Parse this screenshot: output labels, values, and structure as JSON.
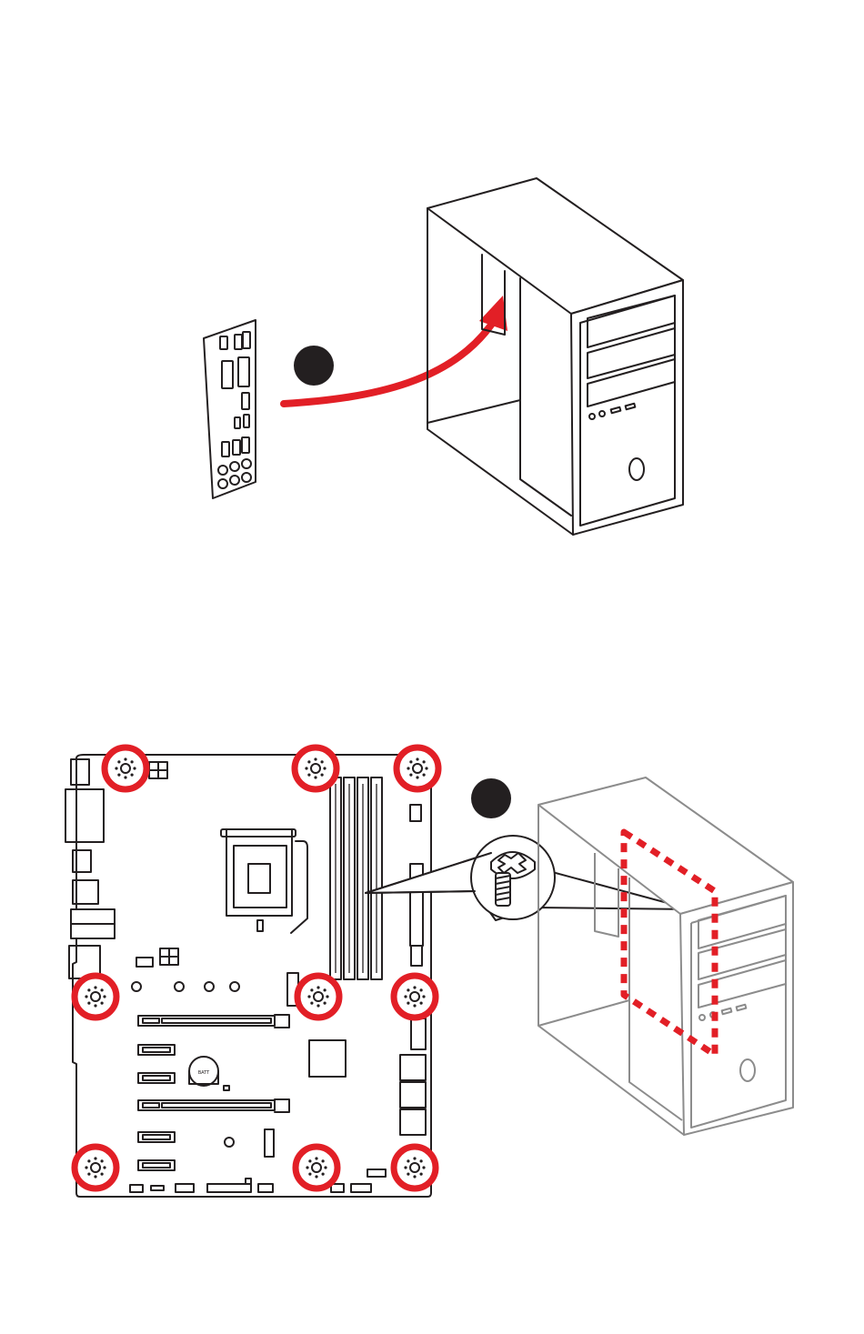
{
  "colors": {
    "accent": "#e21f26",
    "outline": "#231f20",
    "case_ghost": "#8c8c8c"
  },
  "steps": [
    {
      "id": "step-1",
      "badge": "",
      "description": ""
    },
    {
      "id": "step-2",
      "badge": "",
      "description": ""
    }
  ],
  "mainboard": {
    "battery_label": "BATT",
    "screw_hole_count": 9
  }
}
